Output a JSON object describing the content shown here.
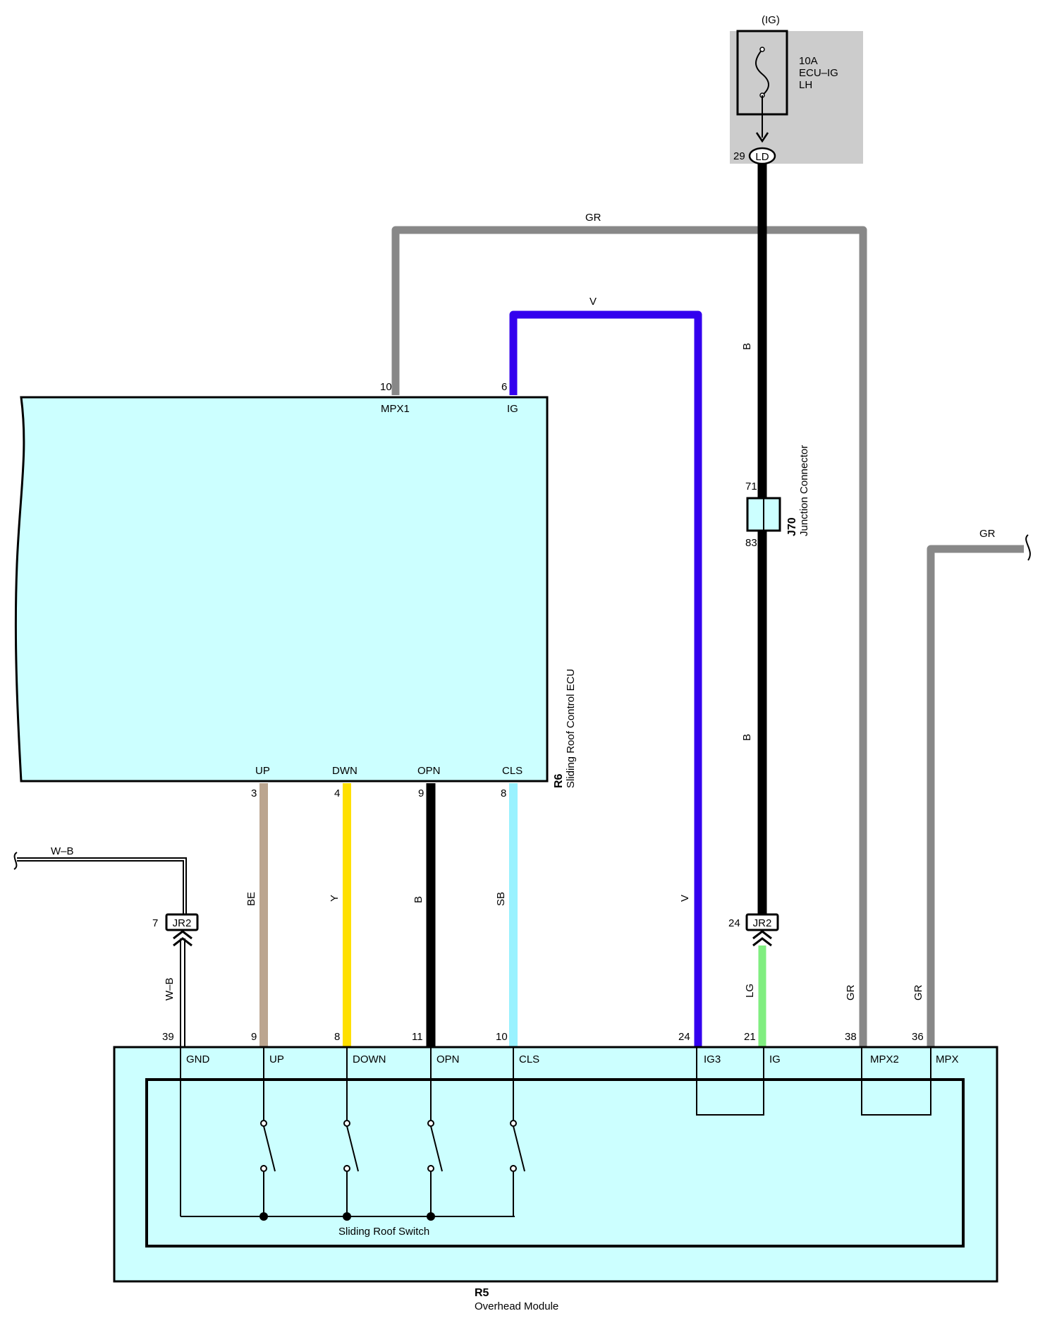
{
  "fuse": {
    "supply": "(IG)",
    "rating": "10A",
    "name_line1": "ECU–IG",
    "name_line2": "LH",
    "pin": "29",
    "connector": "LD"
  },
  "ecu": {
    "code": "R6",
    "name": "Sliding Roof Control ECU",
    "top_pins": [
      {
        "num": "10",
        "label": "MPX1"
      },
      {
        "num": "6",
        "label": "IG"
      }
    ],
    "bottom_pins": [
      {
        "num": "3",
        "label": "UP"
      },
      {
        "num": "4",
        "label": "DWN"
      },
      {
        "num": "9",
        "label": "OPN"
      },
      {
        "num": "8",
        "label": "CLS"
      }
    ]
  },
  "junction": {
    "code": "J70",
    "name": "Junction Connector",
    "pin_top": "71",
    "pin_bottom": "83"
  },
  "jr2_left": {
    "pin": "7",
    "label": "JR2"
  },
  "jr2_right": {
    "pin": "24",
    "label": "JR2"
  },
  "module": {
    "code": "R5",
    "name": "Overhead Module",
    "switch_name": "Sliding Roof Switch",
    "pins": [
      {
        "num": "39",
        "label": "GND"
      },
      {
        "num": "9",
        "label": "UP"
      },
      {
        "num": "8",
        "label": "DOWN"
      },
      {
        "num": "11",
        "label": "OPN"
      },
      {
        "num": "10",
        "label": "CLS"
      },
      {
        "num": "24",
        "label": "IG3"
      },
      {
        "num": "21",
        "label": "IG"
      },
      {
        "num": "38",
        "label": "MPX2"
      },
      {
        "num": "36",
        "label": "MPX"
      }
    ]
  },
  "wire_labels": {
    "gr_top": "GR",
    "v_top": "V",
    "b_upper": "B",
    "b_lower": "B",
    "gr_right": "GR",
    "wb_top": "W–B",
    "wb_side": "W–B",
    "be": "BE",
    "y": "Y",
    "b_opn": "B",
    "sb": "SB",
    "v_side": "V",
    "lg": "LG",
    "gr_38": "GR",
    "gr_36": "GR"
  },
  "colors": {
    "component_fill": "#ccffff",
    "fuse_box_fill": "#cccccc",
    "gray_wire": "#888888",
    "violet_wire": "#3300ee",
    "black_wire": "#000000",
    "beige_wire": "#bba58f",
    "yellow_wire": "#ffe000",
    "skyblue_wire": "#99f2ff",
    "lightgreen_wire": "#80ee80"
  }
}
